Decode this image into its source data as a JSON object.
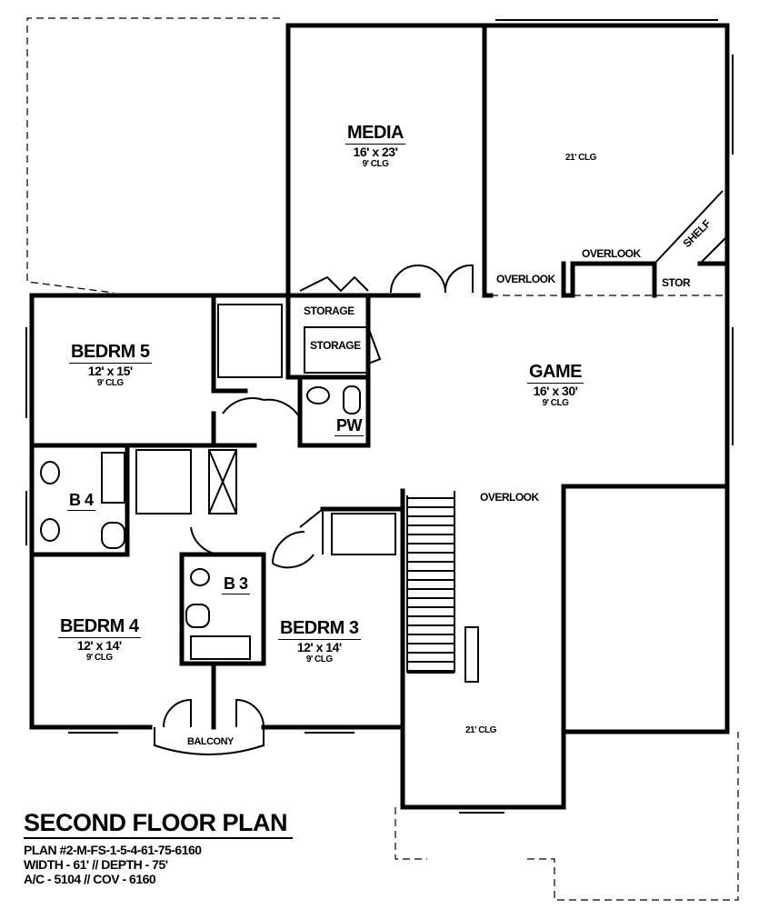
{
  "plan_title": "SECOND FLOOR PLAN",
  "plan_info": [
    "PLAN #2-M-FS-1-5-4-61-75-6160",
    "WIDTH - 61' // DEPTH - 75'",
    "A/C - 5104 // COV - 6160"
  ],
  "rooms": {
    "media": {
      "name": "MEDIA",
      "size": "16' x 23'",
      "ceiling": "9' CLG"
    },
    "open_above": {
      "ceiling": "21' CLG"
    },
    "game": {
      "name": "GAME",
      "size": "16' x 30'",
      "ceiling": "9' CLG"
    },
    "bedrm5": {
      "name": "BEDRM 5",
      "size": "12' x 15'",
      "ceiling": "9' CLG"
    },
    "bedrm4": {
      "name": "BEDRM 4",
      "size": "12' x 14'",
      "ceiling": "9' CLG"
    },
    "bedrm3": {
      "name": "BEDRM 3",
      "size": "12' x 14'",
      "ceiling": "9' CLG"
    },
    "stair_open": {
      "ceiling": "21' CLG"
    },
    "b4": {
      "name": "B 4"
    },
    "b3": {
      "name": "B 3"
    },
    "pw": {
      "name": "PW"
    }
  },
  "small_labels": {
    "storage1": "STORAGE",
    "storage2": "STORAGE",
    "overlook1": "OVERLOOK",
    "overlook2": "OVERLOOK",
    "overlook3": "OVERLOOK",
    "shelf": "SHELF",
    "stor": "STOR",
    "balcony": "BALCONY"
  }
}
